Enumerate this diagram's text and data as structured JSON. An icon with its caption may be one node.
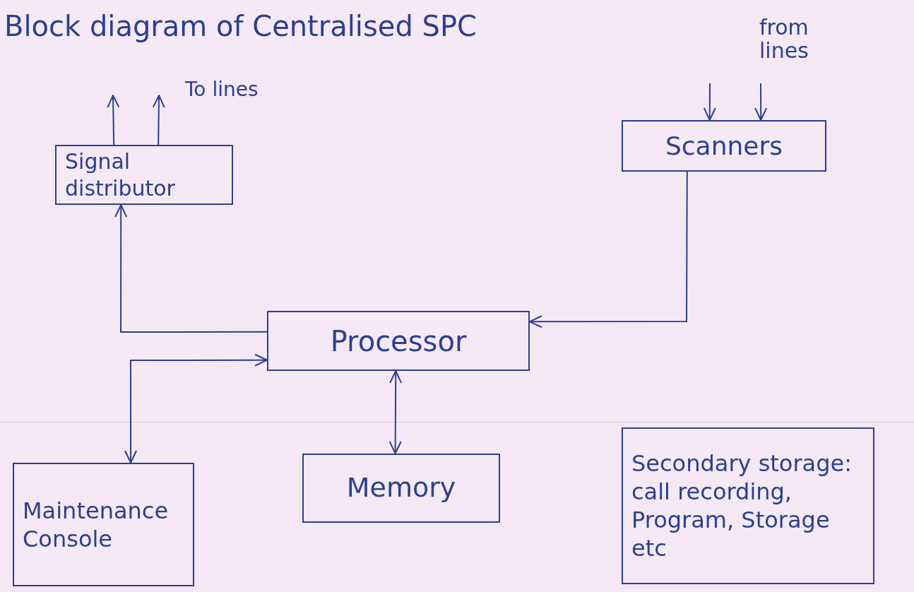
{
  "diagram": {
    "title": "Block diagram of Centralised SPC",
    "nodes": [
      {
        "text": [
          "Signal distributor"
        ]
      },
      {
        "text": [
          "Scanners"
        ]
      },
      {
        "text": [
          "Processor"
        ]
      },
      {
        "text": [
          "Maintenance Console"
        ]
      },
      {
        "text": [
          "Memory"
        ]
      },
      {
        "text": [
          "Secondary storage: call recording, Program, Storage etc"
        ]
      }
    ],
    "edges": [
      {
        "from": null,
        "to": 1,
        "arrow": "to"
      },
      {
        "from": null,
        "to": 1,
        "arrow": "to"
      },
      {
        "from": 0,
        "to": null,
        "arrow": "to"
      },
      {
        "from": 0,
        "to": null,
        "arrow": "to"
      },
      {
        "from": 1,
        "to": 2,
        "arrow": "to"
      },
      {
        "from": 2,
        "to": 0,
        "arrow": "to"
      },
      {
        "from": 2,
        "to": 3,
        "arrow": "both"
      },
      {
        "from": 2,
        "to": 4,
        "arrow": "both"
      }
    ],
    "labels": [
      "To lines",
      "from lines"
    ]
  }
}
